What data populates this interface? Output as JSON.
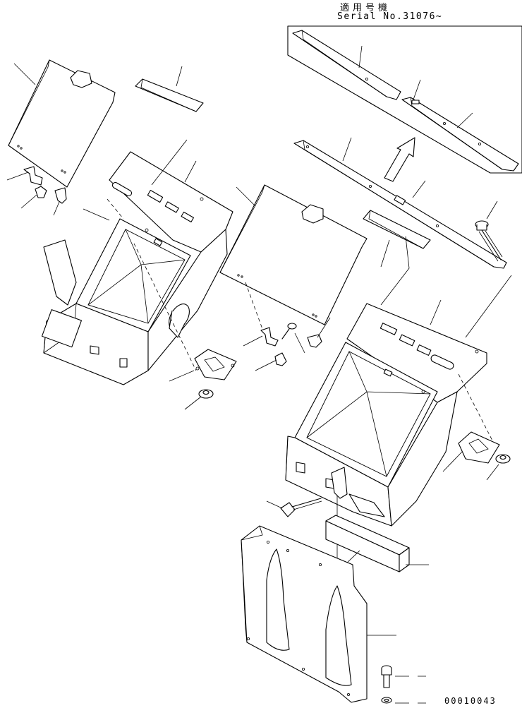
{
  "header": {
    "applicable_label_jp": "適用号機",
    "serial_label": "Serial No.31076~"
  },
  "footer": {
    "document_number": "00010043"
  },
  "icons": {
    "up_arrow": "up-arrow-icon"
  }
}
